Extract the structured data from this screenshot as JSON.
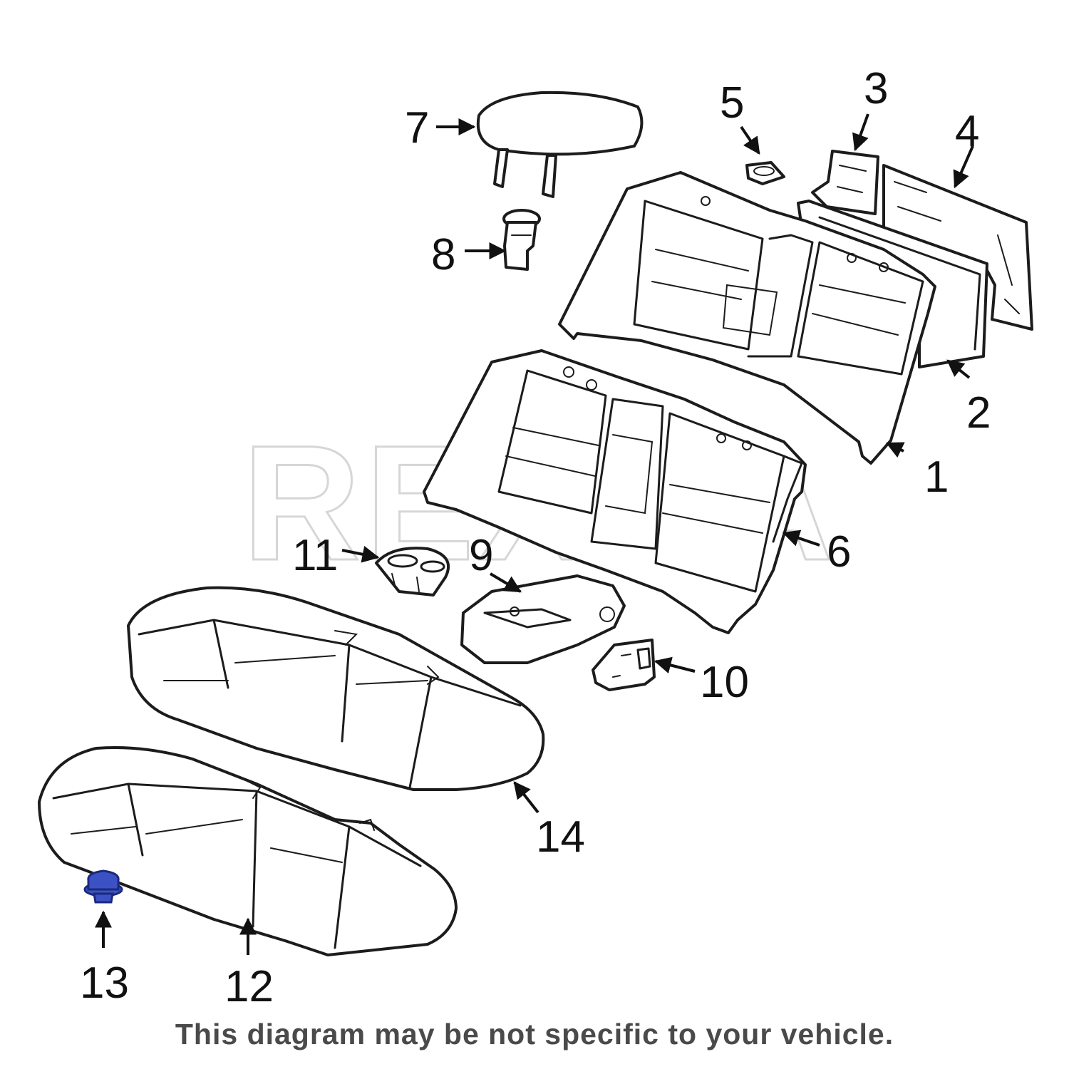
{
  "watermark": "REXKA",
  "callouts": {
    "c1": "1",
    "c2": "2",
    "c3": "3",
    "c4": "4",
    "c5": "5",
    "c6": "6",
    "c7": "7",
    "c8": "8",
    "c9": "9",
    "c10": "10",
    "c11": "11",
    "c12": "12",
    "c13": "13",
    "c14": "14"
  },
  "highlight_color": "#3c52c4",
  "disclaimer": "This diagram may be not specific to your vehicle."
}
